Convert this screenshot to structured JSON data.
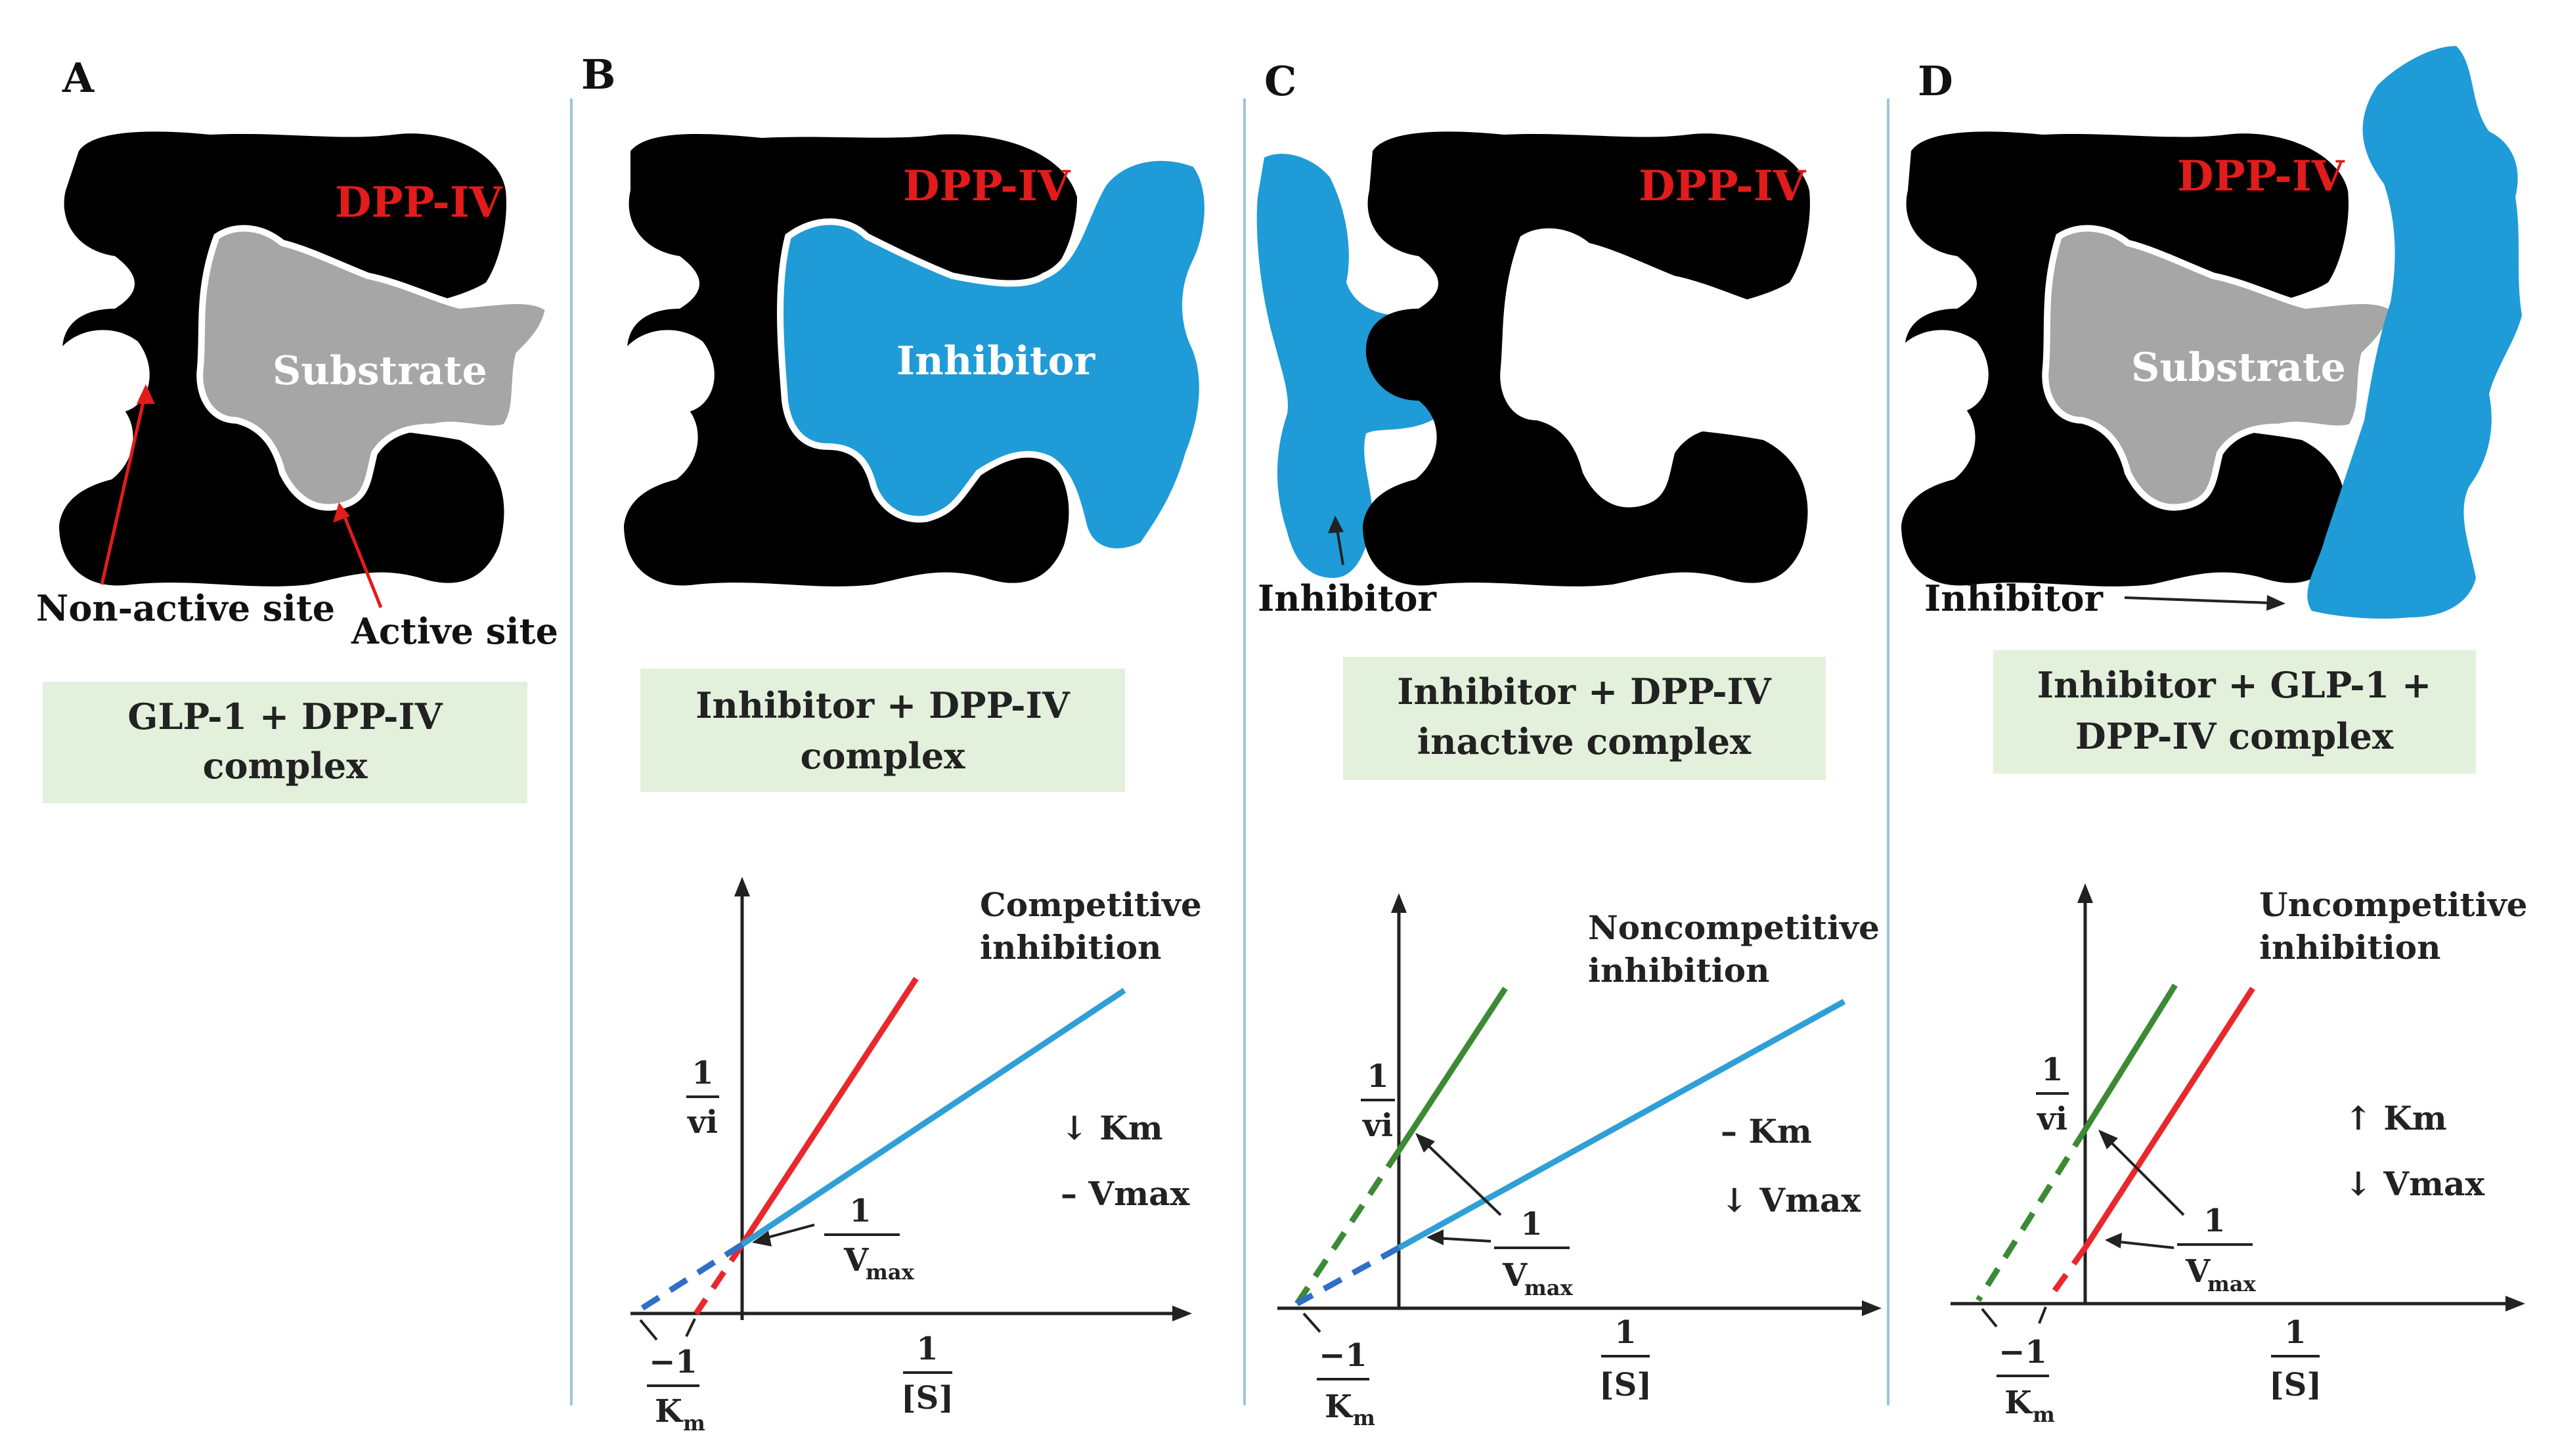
{
  "panels": [
    {
      "letter": "A",
      "enzyme_label": "DPP-IV",
      "ligand_label": "Substrate",
      "annotations": [
        "Non-active site",
        "Active site"
      ],
      "box_lines": [
        "GLP-1 + DPP-IV",
        "complex"
      ]
    },
    {
      "letter": "B",
      "enzyme_label": "DPP-IV",
      "ligand_label": "Inhibitor",
      "box_lines": [
        "Inhibitor + DPP-IV",
        "complex"
      ],
      "graph": {
        "title_lines": [
          "Competitive",
          "inhibition"
        ],
        "effects": [
          "↓ Km",
          "– Vmax"
        ]
      }
    },
    {
      "letter": "C",
      "enzyme_label": "DPP-IV",
      "inhibitor_label": "Inhibitor",
      "box_lines": [
        "Inhibitor + DPP-IV",
        "inactive complex"
      ],
      "graph": {
        "title_lines": [
          "Noncompetitive",
          "inhibition"
        ],
        "effects": [
          "– Km",
          "↓ Vmax"
        ]
      }
    },
    {
      "letter": "D",
      "enzyme_label": "DPP-IV",
      "ligand_label": "Substrate",
      "inhibitor_label": "Inhibitor",
      "box_lines": [
        "Inhibitor + GLP-1 +",
        "DPP-IV complex"
      ],
      "graph": {
        "title_lines": [
          "Uncompetitive",
          "inhibition"
        ],
        "effects": [
          "↑ Km",
          "↓ Vmax"
        ]
      }
    }
  ],
  "axis_labels": {
    "y_num": "1",
    "y_den": "vi",
    "x_num": "1",
    "x_den": "[S]",
    "vmax_num": "1",
    "vmax_den": "V",
    "vmax_sub": "max",
    "km_num": "−1",
    "km_den": "K",
    "km_sub": "m"
  },
  "colors": {
    "enzyme": "#000000",
    "substrate": "#a6a6a6",
    "inhibitor": "#1f9bd7",
    "enzyme_label": "#e21b1b",
    "box_fill": "#e3f0dc",
    "line_uninhibited_competitive": "#e8282b",
    "line_inhibited": "#2f9fd6",
    "line_green": "#3c8a34",
    "divider": "#9fc4d6"
  }
}
